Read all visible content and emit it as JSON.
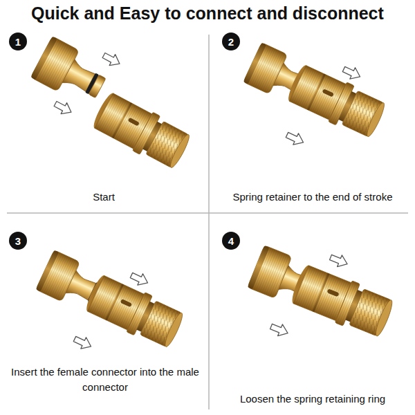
{
  "diagram": {
    "title": "Quick and Easy to connect and disconnect",
    "nodes": [
      {
        "text": [
          "1"
        ]
      },
      {
        "text": [
          "2"
        ]
      },
      {
        "text": [
          "3"
        ]
      },
      {
        "text": [
          "4"
        ]
      }
    ],
    "labels": [
      "Start",
      "Spring retainer to the end of stroke",
      "Insert the female connector into the male connector",
      "Loosen the spring retaining ring"
    ]
  }
}
